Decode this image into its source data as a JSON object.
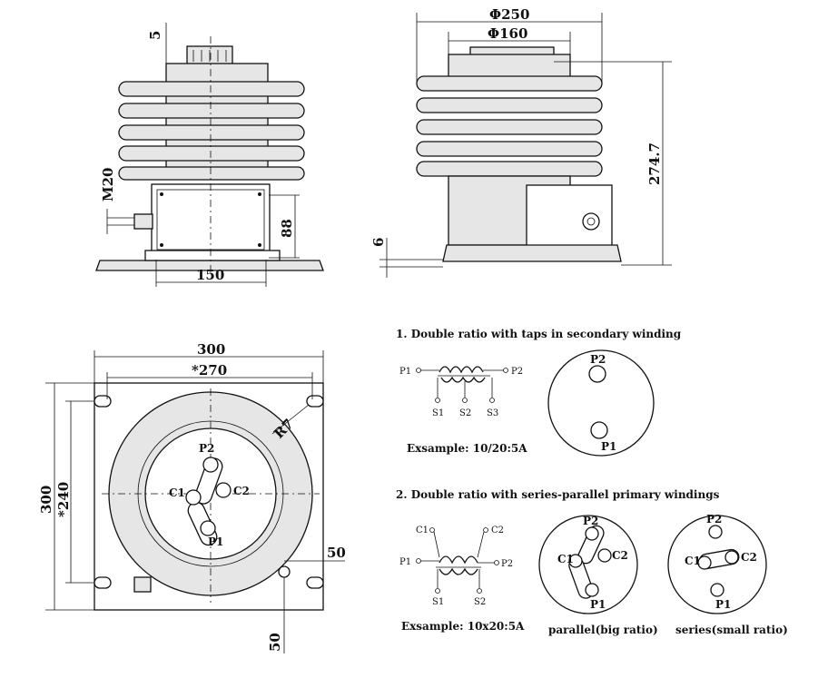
{
  "front_view": {
    "dim_top": "5",
    "dim_thread": "M20",
    "dim_box_height": "88",
    "dim_width": "150"
  },
  "side_view": {
    "dim_outer_dia": "Φ250",
    "dim_inner_dia": "Φ160",
    "dim_height": "274.7",
    "dim_base": "6"
  },
  "top_view": {
    "dim_width": "300",
    "dim_hole_pitch_x": "*270",
    "dim_height": "300",
    "dim_hole_pitch_y": "*240",
    "dim_radius": "R7",
    "dim_offset_x": "50",
    "dim_offset_y": "50",
    "terminal_p2": "P2",
    "terminal_p1": "P1",
    "terminal_c1": "C1",
    "terminal_c2": "C2"
  },
  "scheme1": {
    "title": "1. Double ratio with taps in secondary winding",
    "p1": "P1",
    "p2": "P2",
    "s1": "S1",
    "s2": "S2",
    "s3": "S3",
    "example": "Exsample: 10/20:5A",
    "circle_p2": "P2",
    "circle_p1": "P1"
  },
  "scheme2": {
    "title": "2. Double ratio with series-parallel primary windings",
    "c1": "C1",
    "c2": "C2",
    "p1": "P1",
    "p2": "P2",
    "s1": "S1",
    "s2": "S2",
    "example": "Exsample: 10x20:5A",
    "parallel": {
      "p2": "P2",
      "p1": "P1",
      "c1": "C1",
      "c2": "C2",
      "caption": "parallel(big ratio)"
    },
    "series": {
      "p2": "P2",
      "p1": "P1",
      "c1": "C1",
      "c2": "C2",
      "caption": "series(small ratio)"
    }
  }
}
